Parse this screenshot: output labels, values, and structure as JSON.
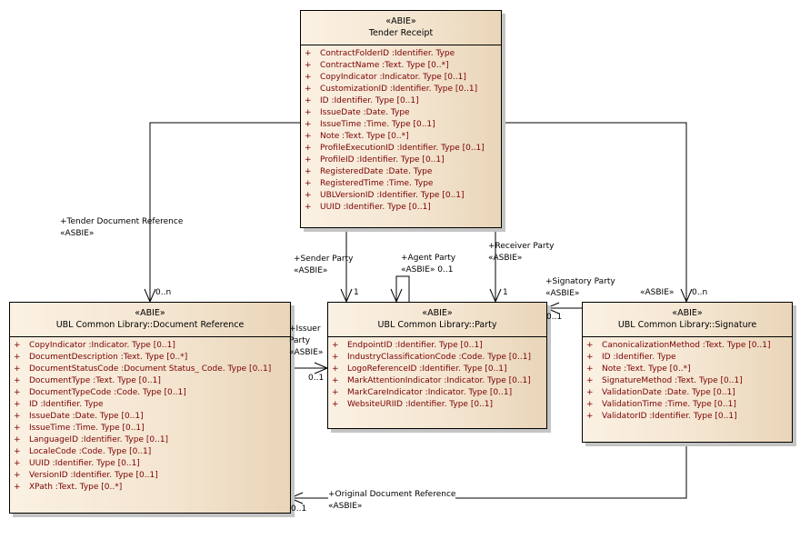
{
  "classes": {
    "tender_receipt": {
      "stereotype": "«ABIE»",
      "name": "Tender Receipt",
      "attributes": [
        {
          "vis": "+",
          "text": "ContractFolderID  :Identifier. Type"
        },
        {
          "vis": "+",
          "text": "ContractName  :Text. Type [0..*]"
        },
        {
          "vis": "+",
          "text": "CopyIndicator  :Indicator. Type [0..1]"
        },
        {
          "vis": "+",
          "text": "CustomizationID  :Identifier. Type [0..1]"
        },
        {
          "vis": "+",
          "text": "ID  :Identifier. Type [0..1]"
        },
        {
          "vis": "+",
          "text": "IssueDate  :Date. Type"
        },
        {
          "vis": "+",
          "text": "IssueTime  :Time. Type [0..1]"
        },
        {
          "vis": "+",
          "text": "Note  :Text. Type [0..*]"
        },
        {
          "vis": "+",
          "text": "ProfileExecutionID  :Identifier. Type [0..1]"
        },
        {
          "vis": "+",
          "text": "ProfileID  :Identifier. Type [0..1]"
        },
        {
          "vis": "+",
          "text": "RegisteredDate  :Date. Type"
        },
        {
          "vis": "+",
          "text": "RegisteredTime  :Time. Type"
        },
        {
          "vis": "+",
          "text": "UBLVersionID  :Identifier. Type [0..1]"
        },
        {
          "vis": "+",
          "text": "UUID  :Identifier. Type [0..1]"
        }
      ]
    },
    "document_reference": {
      "stereotype": "«ABIE»",
      "name": "UBL Common Library::Document Reference",
      "attributes": [
        {
          "vis": "+",
          "text": "CopyIndicator  :Indicator. Type [0..1]"
        },
        {
          "vis": "+",
          "text": "DocumentDescription  :Text. Type [0..*]"
        },
        {
          "vis": "+",
          "text": "DocumentStatusCode  :Document Status_ Code. Type [0..1]"
        },
        {
          "vis": "+",
          "text": "DocumentType  :Text. Type [0..1]"
        },
        {
          "vis": "+",
          "text": "DocumentTypeCode  :Code. Type [0..1]"
        },
        {
          "vis": "+",
          "text": "ID  :Identifier. Type"
        },
        {
          "vis": "+",
          "text": "IssueDate  :Date. Type [0..1]"
        },
        {
          "vis": "+",
          "text": "IssueTime  :Time. Type [0..1]"
        },
        {
          "vis": "+",
          "text": "LanguageID  :Identifier. Type [0..1]"
        },
        {
          "vis": "+",
          "text": "LocaleCode  :Code. Type [0..1]"
        },
        {
          "vis": "+",
          "text": "UUID  :Identifier. Type [0..1]"
        },
        {
          "vis": "+",
          "text": "VersionID  :Identifier. Type [0..1]"
        },
        {
          "vis": "+",
          "text": "XPath  :Text. Type [0..*]"
        }
      ]
    },
    "party": {
      "stereotype": "«ABIE»",
      "name": "UBL Common Library::Party",
      "attributes": [
        {
          "vis": "+",
          "text": "EndpointID  :Identifier. Type [0..1]"
        },
        {
          "vis": "+",
          "text": "IndustryClassificationCode  :Code. Type [0..1]"
        },
        {
          "vis": "+",
          "text": "LogoReferenceID  :Identifier. Type [0..1]"
        },
        {
          "vis": "+",
          "text": "MarkAttentionIndicator  :Indicator. Type [0..1]"
        },
        {
          "vis": "+",
          "text": "MarkCareIndicator  :Indicator. Type [0..1]"
        },
        {
          "vis": "+",
          "text": "WebsiteURIID  :Identifier. Type [0..1]"
        }
      ]
    },
    "signature": {
      "stereotype": "«ABIE»",
      "name": "UBL Common Library::Signature",
      "attributes": [
        {
          "vis": "+",
          "text": "CanonicalizationMethod  :Text. Type [0..1]"
        },
        {
          "vis": "+",
          "text": "ID  :Identifier. Type"
        },
        {
          "vis": "+",
          "text": "Note  :Text. Type [0..*]"
        },
        {
          "vis": "+",
          "text": "SignatureMethod  :Text. Type [0..1]"
        },
        {
          "vis": "+",
          "text": "ValidationDate  :Date. Type [0..1]"
        },
        {
          "vis": "+",
          "text": "ValidationTime  :Time. Type [0..1]"
        },
        {
          "vis": "+",
          "text": "ValidatorID  :Identifier. Type [0..1]"
        }
      ]
    }
  },
  "associations": {
    "tender_document_reference": {
      "role": "+Tender Document Reference",
      "stereotype": "«ASBIE»",
      "multiplicity": "0..n"
    },
    "sender_party": {
      "role": "+Sender Party",
      "stereotype": "«ASBIE»",
      "multiplicity": "1"
    },
    "agent_party": {
      "role": "+Agent Party",
      "stereotype": "«ASBIE» 0..1"
    },
    "receiver_party": {
      "role": "+Receiver Party",
      "stereotype": "«ASBIE»",
      "multiplicity": "1"
    },
    "signature": {
      "stereotype": "«ASBIE»",
      "multiplicity": "0..n"
    },
    "signatory_party": {
      "role": "+Signatory Party",
      "stereotype": "«ASBIE»",
      "multiplicity": "0..1"
    },
    "issuer_party": {
      "role_line1": "+Issuer",
      "role_line2": "Party",
      "stereotype": "«ASBIE»",
      "multiplicity": "0..1"
    },
    "original_document_reference": {
      "role": "+Original Document Reference",
      "stereotype": "«ASBIE»",
      "multiplicity": "0..1"
    }
  },
  "colors": {
    "attribute_text": "#7a0000",
    "box_fill_light": "#fbf1e3",
    "box_fill_dark": "#e9d5b8",
    "shadow": "#c4c4c4"
  }
}
